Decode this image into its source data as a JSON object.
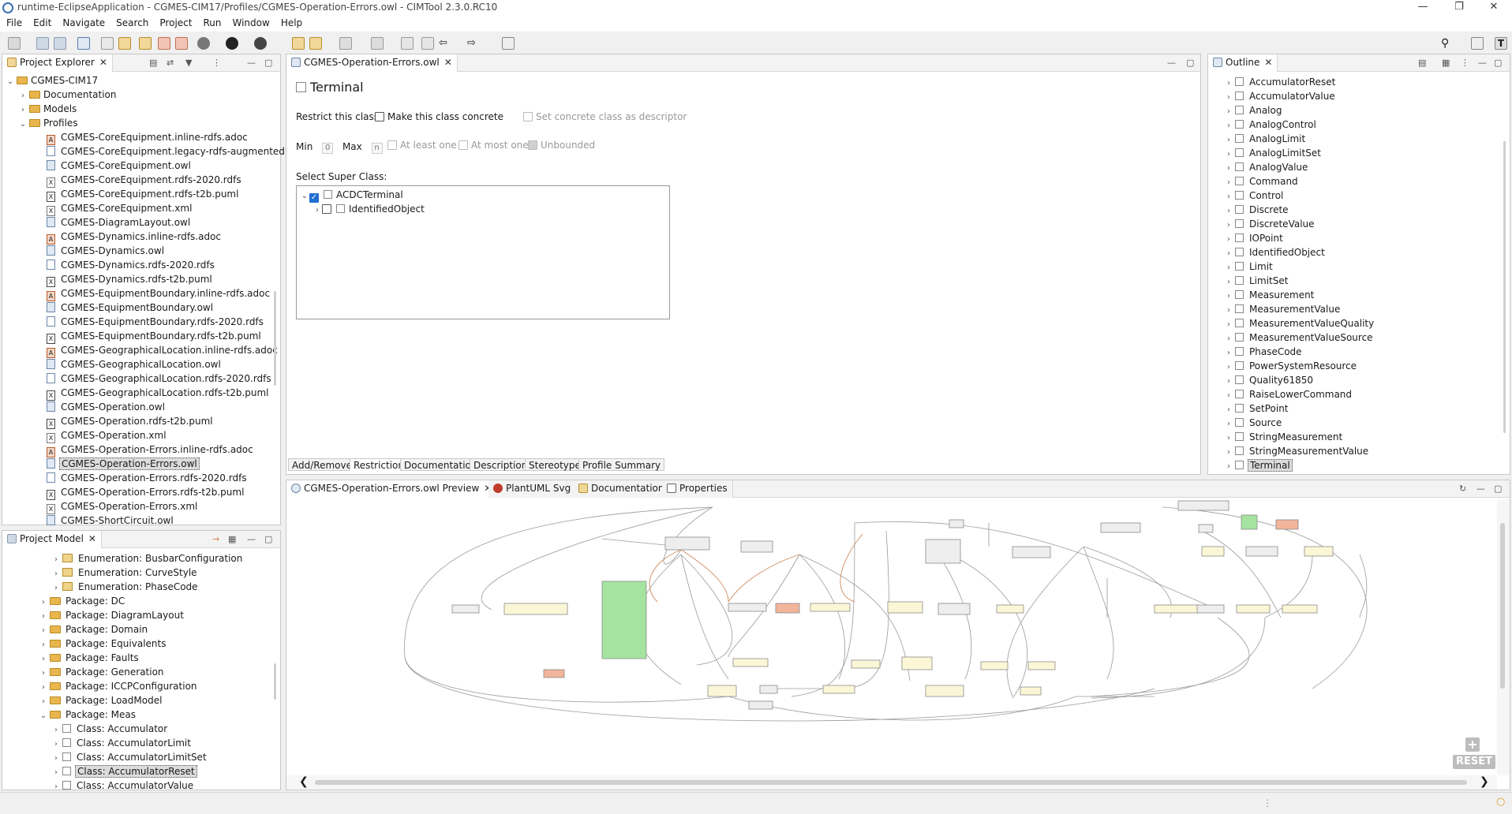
{
  "window": {
    "title": "runtime-EclipseApplication - CGMES-CIM17/Profiles/CGMES-Operation-Errors.owl - CIMTool 2.3.0.RC10"
  },
  "menu": [
    "File",
    "Edit",
    "Navigate",
    "Search",
    "Project",
    "Run",
    "Window",
    "Help"
  ],
  "project_explorer": {
    "title": "Project Explorer",
    "root": "CGMES-CIM17",
    "folders": [
      "Documentation",
      "Models",
      "Profiles"
    ],
    "files": [
      {
        "name": "CGMES-CoreEquipment.inline-rdfs.adoc",
        "kind": "adoc"
      },
      {
        "name": "CGMES-CoreEquipment.legacy-rdfs-augmented",
        "kind": "rdfs"
      },
      {
        "name": "CGMES-CoreEquipment.owl",
        "kind": "owl"
      },
      {
        "name": "CGMES-CoreEquipment.rdfs-2020.rdfs",
        "kind": "xml"
      },
      {
        "name": "CGMES-CoreEquipment.rdfs-t2b.puml",
        "kind": "puml"
      },
      {
        "name": "CGMES-CoreEquipment.xml",
        "kind": "xml"
      },
      {
        "name": "CGMES-DiagramLayout.owl",
        "kind": "owl"
      },
      {
        "name": "CGMES-Dynamics.inline-rdfs.adoc",
        "kind": "adoc"
      },
      {
        "name": "CGMES-Dynamics.owl",
        "kind": "owl"
      },
      {
        "name": "CGMES-Dynamics.rdfs-2020.rdfs",
        "kind": "rdfs"
      },
      {
        "name": "CGMES-Dynamics.rdfs-t2b.puml",
        "kind": "puml"
      },
      {
        "name": "CGMES-EquipmentBoundary.inline-rdfs.adoc",
        "kind": "adoc"
      },
      {
        "name": "CGMES-EquipmentBoundary.owl",
        "kind": "owl"
      },
      {
        "name": "CGMES-EquipmentBoundary.rdfs-2020.rdfs",
        "kind": "rdfs"
      },
      {
        "name": "CGMES-EquipmentBoundary.rdfs-t2b.puml",
        "kind": "puml"
      },
      {
        "name": "CGMES-GeographicalLocation.inline-rdfs.adoc",
        "kind": "adoc"
      },
      {
        "name": "CGMES-GeographicalLocation.owl",
        "kind": "owl"
      },
      {
        "name": "CGMES-GeographicalLocation.rdfs-2020.rdfs",
        "kind": "rdfs"
      },
      {
        "name": "CGMES-GeographicalLocation.rdfs-t2b.puml",
        "kind": "puml"
      },
      {
        "name": "CGMES-Operation.owl",
        "kind": "owl"
      },
      {
        "name": "CGMES-Operation.rdfs-t2b.puml",
        "kind": "puml"
      },
      {
        "name": "CGMES-Operation.xml",
        "kind": "xml"
      },
      {
        "name": "CGMES-Operation-Errors.inline-rdfs.adoc",
        "kind": "adoc"
      },
      {
        "name": "CGMES-Operation-Errors.owl",
        "kind": "owl",
        "selected": true
      },
      {
        "name": "CGMES-Operation-Errors.rdfs-2020.rdfs",
        "kind": "rdfs"
      },
      {
        "name": "CGMES-Operation-Errors.rdfs-t2b.puml",
        "kind": "puml"
      },
      {
        "name": "CGMES-Operation-Errors.xml",
        "kind": "xml"
      },
      {
        "name": "CGMES-ShortCircuit.owl",
        "kind": "owl"
      }
    ]
  },
  "project_model": {
    "title": "Project Model",
    "items": [
      {
        "label": "Enumeration: BusbarConfiguration",
        "indent": 2,
        "icon": "pkg"
      },
      {
        "label": "Enumeration: CurveStyle",
        "indent": 2,
        "icon": "pkg"
      },
      {
        "label": "Enumeration: PhaseCode",
        "indent": 2,
        "icon": "pkg"
      },
      {
        "label": "Package: DC",
        "indent": 1,
        "icon": "folder"
      },
      {
        "label": "Package: DiagramLayout",
        "indent": 1,
        "icon": "folder"
      },
      {
        "label": "Package: Domain",
        "indent": 1,
        "icon": "folder"
      },
      {
        "label": "Package: Equivalents",
        "indent": 1,
        "icon": "folder"
      },
      {
        "label": "Package: Faults",
        "indent": 1,
        "icon": "folder"
      },
      {
        "label": "Package: Generation",
        "indent": 1,
        "icon": "folder"
      },
      {
        "label": "Package: ICCPConfiguration",
        "indent": 1,
        "icon": "folder"
      },
      {
        "label": "Package: LoadModel",
        "indent": 1,
        "icon": "folder"
      },
      {
        "label": "Package: Meas",
        "indent": 1,
        "icon": "folder",
        "expanded": true
      },
      {
        "label": "Class: Accumulator",
        "indent": 2,
        "icon": "cls"
      },
      {
        "label": "Class: AccumulatorLimit",
        "indent": 2,
        "icon": "cls"
      },
      {
        "label": "Class: AccumulatorLimitSet",
        "indent": 2,
        "icon": "cls"
      },
      {
        "label": "Class: AccumulatorReset",
        "indent": 2,
        "icon": "cls",
        "selected": true
      },
      {
        "label": "Class: AccumulatorValue",
        "indent": 2,
        "icon": "cls"
      }
    ]
  },
  "editor": {
    "tab_title": "CGMES-Operation-Errors.owl",
    "class_name": "Terminal",
    "restrict_label": "Restrict this class.",
    "make_concrete_label": "Make this class concrete",
    "descriptor_label": "Set concrete class as descriptor",
    "min_label": "Min",
    "min_value": "0",
    "max_label": "Max",
    "max_value": "n",
    "at_least_one": "At least one",
    "at_most_one": "At most one",
    "unbounded": "Unbounded",
    "super_class_label": "Select Super Class:",
    "super_classes": [
      {
        "label": "ACDCTerminal",
        "checked": true,
        "expanded": true
      },
      {
        "label": "IdentifiedObject",
        "checked": false,
        "expanded": false
      }
    ],
    "bottom_tabs": [
      "Add/Remove",
      "Restriction",
      "Documentation",
      "Description",
      "Stereotypes",
      "Profile Summary"
    ],
    "active_bottom_tab": "Restriction"
  },
  "outline": {
    "title": "Outline",
    "items": [
      "AccumulatorReset",
      "AccumulatorValue",
      "Analog",
      "AnalogControl",
      "AnalogLimit",
      "AnalogLimitSet",
      "AnalogValue",
      "Command",
      "Control",
      "Discrete",
      "DiscreteValue",
      "IOPoint",
      "IdentifiedObject",
      "Limit",
      "LimitSet",
      "Measurement",
      "MeasurementValue",
      "MeasurementValueQuality",
      "MeasurementValueSource",
      "PhaseCode",
      "PowerSystemResource",
      "Quality61850",
      "RaiseLowerCommand",
      "SetPoint",
      "Source",
      "StringMeasurement",
      "StringMeasurementValue",
      "Terminal"
    ],
    "selected": "Terminal"
  },
  "preview": {
    "tabs": [
      "CGMES-Operation-Errors.owl Preview",
      "PlantUML Svg",
      "Documentation",
      "Properties"
    ],
    "reset_label": "RESET",
    "plus_label": "+"
  },
  "colors": {
    "accent": "#1f6fd0",
    "selection": "#dcdcdc",
    "diagram_green": "#a5e3a0",
    "diagram_orange": "#f2b49a",
    "diagram_yellow": "#fbf7d6"
  }
}
